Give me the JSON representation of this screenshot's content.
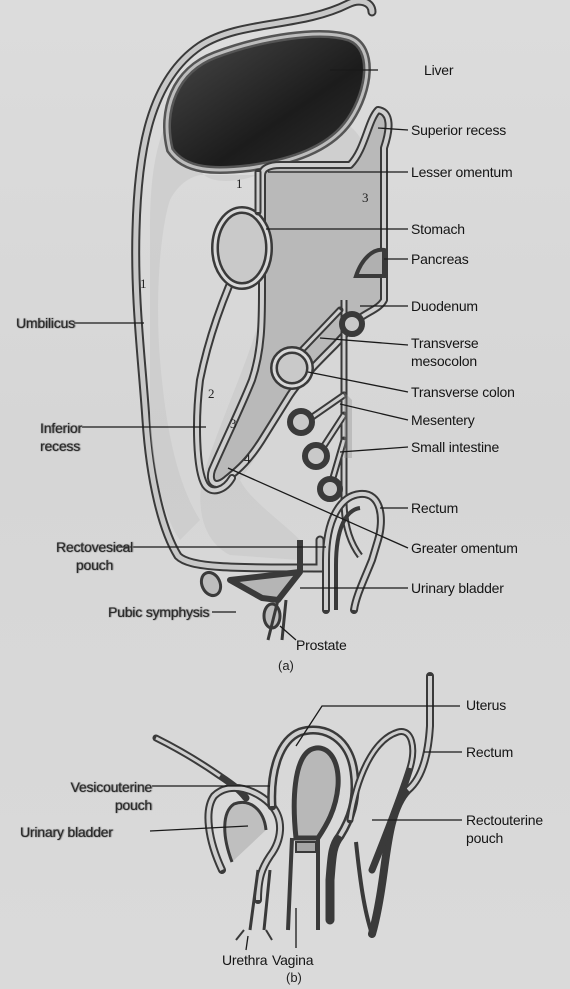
{
  "colors": {
    "paper": "#d9d9d9",
    "tissue_fill": "#bdbdbd",
    "tissue_stroke": "#3a3a3a",
    "liver": "#262626",
    "leader": "#1a1a1a"
  },
  "figure_a": {
    "caption": "(a)",
    "regions": {
      "one_top": "1",
      "one_left": "1",
      "two": "2",
      "three_top": "3",
      "three_bottom": "3",
      "four": "4"
    },
    "labels": {
      "liver": "Liver",
      "superior_recess": "Superior recess",
      "lesser_omentum": "Lesser omentum",
      "stomach": "Stomach",
      "pancreas": "Pancreas",
      "duodenum": "Duodenum",
      "transverse_mesocolon": [
        "Transverse",
        "mesocolon"
      ],
      "transverse_colon": "Transverse colon",
      "mesentery": "Mesentery",
      "small_intestine": "Small intestine",
      "rectum": "Rectum",
      "greater_omentum": "Greater omentum",
      "urinary_bladder": "Urinary bladder",
      "prostate": "Prostate",
      "umbilicus": "Umbilicus",
      "inferior_recess": [
        "Inferior",
        "recess"
      ],
      "rectovesical_pouch": [
        "Rectovesical",
        "pouch"
      ],
      "pubic_symphysis": "Pubic symphysis"
    }
  },
  "figure_b": {
    "caption": "(b)",
    "labels": {
      "uterus": "Uterus",
      "rectum": "Rectum",
      "rectouterine_pouch": [
        "Rectouterine",
        "pouch"
      ],
      "vesicouterine_pouch": [
        "Vesicouterine",
        "pouch"
      ],
      "urinary_bladder": "Urinary bladder",
      "urethra": "Urethra",
      "vagina": "Vagina"
    }
  }
}
